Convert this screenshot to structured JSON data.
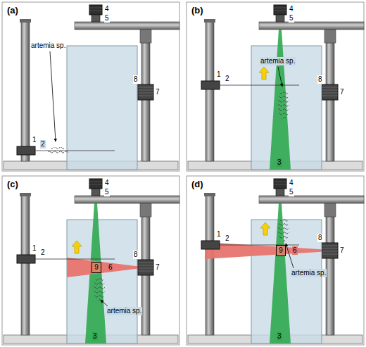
{
  "diagram": {
    "nodes": [
      {
        "text": [
          "9"
        ]
      },
      {
        "text": [
          "9"
        ]
      }
    ],
    "labels": [
      "(a)",
      "4",
      "5",
      "8",
      "7",
      "1",
      "2",
      "artemia sp.",
      "(b)",
      "4",
      "5",
      "8",
      "7",
      "1",
      "2",
      "3",
      "artemia sp.",
      "(c)",
      "4",
      "5",
      "1",
      "2",
      "6",
      "8",
      "7",
      "3",
      "artemia sp.",
      "(d)",
      "4",
      "5",
      "1",
      "2",
      "6",
      "8",
      "7",
      "3",
      "artemia sp."
    ]
  }
}
